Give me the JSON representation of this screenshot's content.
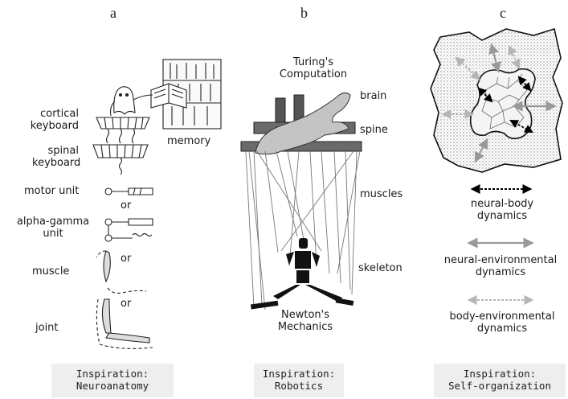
{
  "panels": {
    "a": {
      "letter": "a",
      "labels": {
        "cortical_1": "cortical",
        "cortical_2": "keyboard",
        "spinal_1": "spinal",
        "spinal_2": "keyboard",
        "memory": "memory",
        "motor_unit": "motor unit",
        "or1": "or",
        "alpha_1": "alpha-gamma",
        "alpha_2": "unit",
        "or2": "or",
        "muscle": "muscle",
        "or3": "or",
        "joint": "joint"
      },
      "inspiration": [
        "Inspiration:",
        "Neuroanatomy"
      ]
    },
    "b": {
      "letter": "b",
      "labels": {
        "turing_1": "Turing's",
        "turing_2": "Computation",
        "brain": "brain",
        "spine": "spine",
        "muscles": "muscles",
        "skeleton": "skeleton",
        "newton_1": "Newton's",
        "newton_2": "Mechanics"
      },
      "inspiration": [
        "Inspiration:",
        "Robotics"
      ]
    },
    "c": {
      "letter": "c",
      "legend": {
        "neural_body_1": "neural-body",
        "neural_body_2": "dynamics",
        "neural_env_1": "neural-environmental",
        "neural_env_2": "dynamics",
        "body_env_1": "body-environmental",
        "body_env_2": "dynamics"
      },
      "inspiration": [
        "Inspiration:",
        "Self-organization"
      ]
    }
  }
}
